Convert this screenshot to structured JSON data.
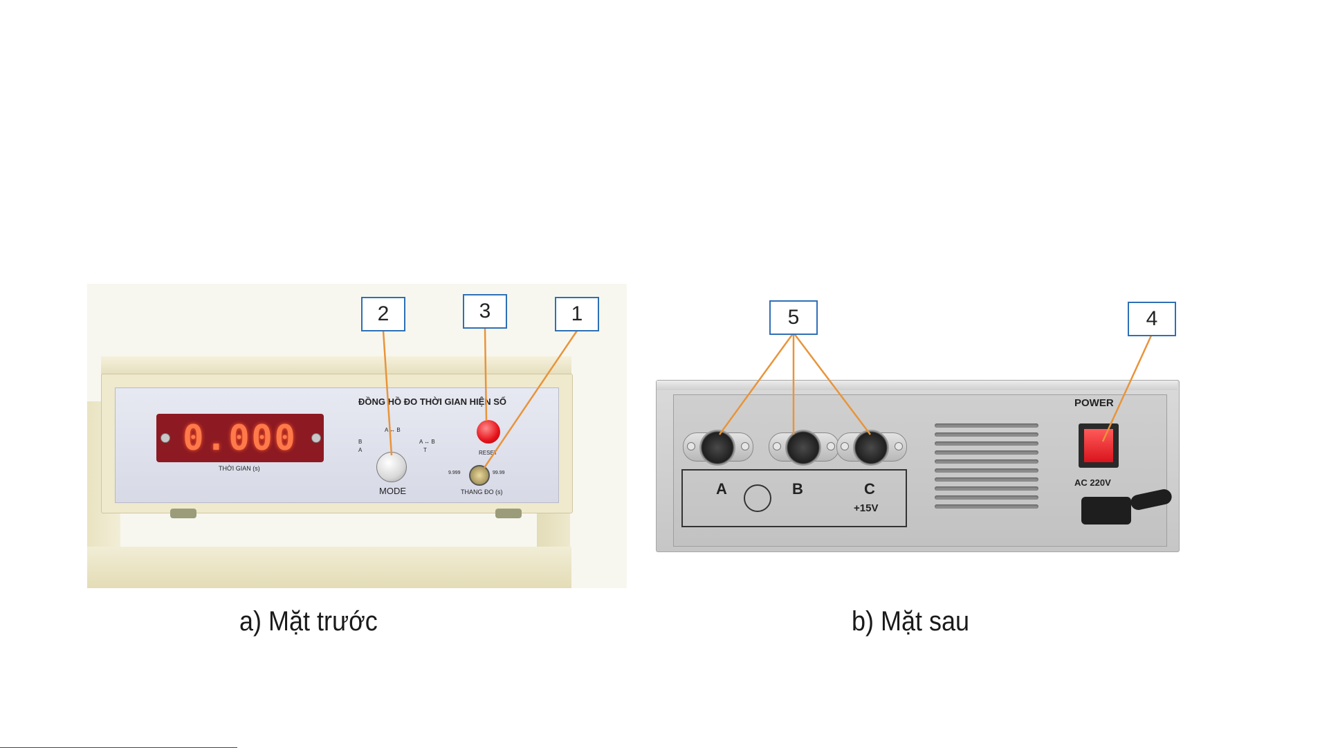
{
  "callouts": {
    "c1": "1",
    "c2": "2",
    "c3": "3",
    "c4": "4",
    "c5": "5"
  },
  "captions": {
    "front": "a) Mặt trước",
    "back": "b) Mặt sau"
  },
  "front_panel": {
    "title": "ĐỒNG HỒ ĐO THỜI GIAN HIỆN SỐ",
    "display_value": "0.000",
    "display_label": "THỜI GIAN (s)",
    "mode_label": "MODE",
    "mode_options": {
      "top": "A ↔ B",
      "left_top": "B",
      "left_bottom": "A",
      "right_top": "A ↔ B",
      "right_bottom": "T"
    },
    "reset_label": "RESET",
    "range_min": "9.999",
    "range_max": "99.99",
    "range_label": "THANG ĐO (s)"
  },
  "back_panel": {
    "socket_a": "A",
    "socket_b": "B",
    "socket_c": "C",
    "voltage": "+15V",
    "power_label": "POWER",
    "ac_label": "AC 220V"
  }
}
